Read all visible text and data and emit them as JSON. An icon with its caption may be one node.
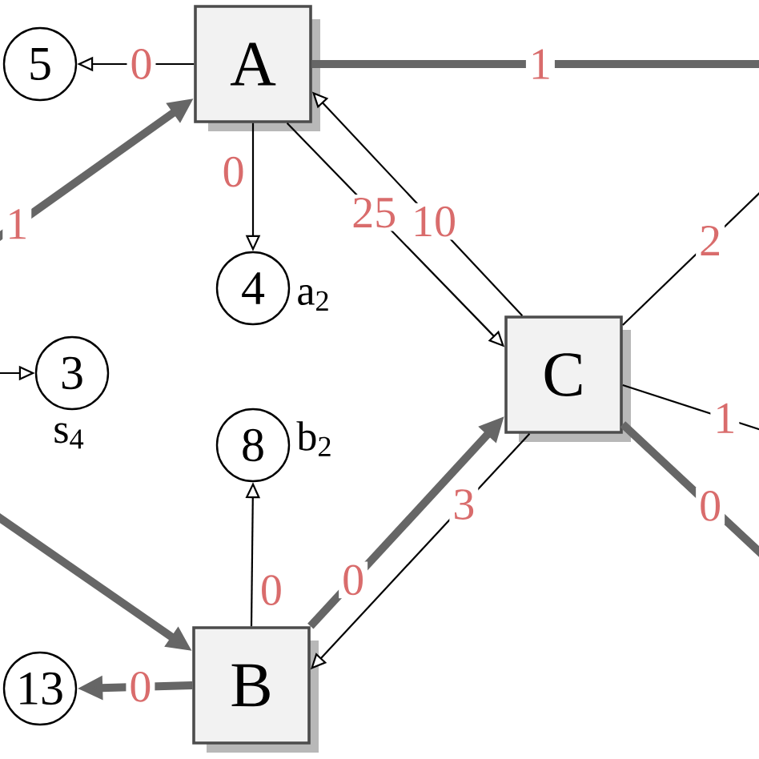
{
  "diagram": {
    "nodes": [
      {
        "text": [
          "5"
        ]
      },
      {
        "text": [
          "A"
        ]
      },
      {
        "text": [
          "4"
        ],
        "beside": [
          "a$_{2}$"
        ]
      },
      {
        "text": [
          "3"
        ],
        "beside": [
          "s$_{4}$"
        ]
      },
      {
        "text": [
          "8"
        ],
        "beside": [
          "b$_{2}$"
        ]
      },
      {
        "text": [
          "B"
        ]
      },
      {
        "text": [
          "13"
        ]
      },
      {
        "text": [
          "C"
        ]
      }
    ],
    "edges": [
      {
        "from": 1,
        "to": 0,
        "arrow": "to",
        "label": "0"
      },
      {
        "from": null,
        "to": 1,
        "arrow": "to",
        "label": "1",
        "style": "thick",
        "color": "#666666"
      },
      {
        "from": 1,
        "to": null,
        "arrow": "none",
        "label": "1",
        "style": "thick",
        "color": "#666666"
      },
      {
        "from": 1,
        "to": 2,
        "arrow": "to",
        "label": "0"
      },
      {
        "from": 1,
        "to": 7,
        "arrow": "to",
        "label": "25"
      },
      {
        "from": 7,
        "to": 1,
        "arrow": "to",
        "label": "10"
      },
      {
        "from": null,
        "to": 3,
        "arrow": "to"
      },
      {
        "from": 5,
        "to": 4,
        "arrow": "to",
        "label": "0"
      },
      {
        "from": 5,
        "to": 7,
        "arrow": "to",
        "label": "0",
        "style": "thick",
        "color": "#666666"
      },
      {
        "from": 7,
        "to": 5,
        "arrow": "to",
        "label": "3"
      },
      {
        "from": null,
        "to": 5,
        "arrow": "to",
        "style": "thick",
        "color": "#666666"
      },
      {
        "from": 5,
        "to": 6,
        "arrow": "to",
        "label": "0",
        "style": "thick",
        "color": "#666666"
      },
      {
        "from": 7,
        "to": null,
        "arrow": "none",
        "label": "2"
      },
      {
        "from": 7,
        "to": null,
        "arrow": "none",
        "label": "1"
      },
      {
        "from": 7,
        "to": null,
        "arrow": "none",
        "label": "0",
        "style": "thick",
        "color": "#666666"
      }
    ]
  }
}
